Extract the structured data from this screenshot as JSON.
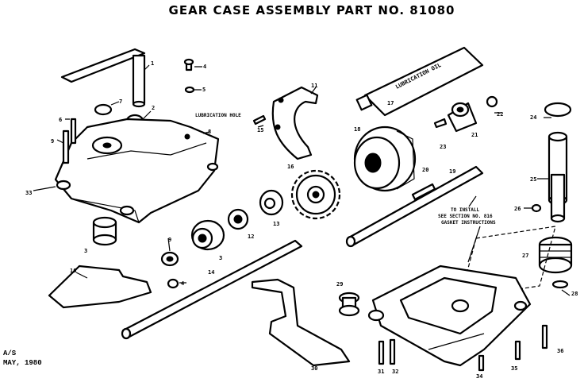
{
  "title": "GEAR CASE ASSEMBLY PART NO. 81080",
  "footer": {
    "line1": "A/S",
    "line2": "MAY, 1980"
  },
  "tube_label": "LUBRICATION OIL",
  "callouts": {
    "lubrication_hole": "LUBRICATION HOLE",
    "to_install": [
      "TO INSTALL",
      "SEE SECTION NO. 816",
      "GASKET INSTRUCTIONS"
    ]
  },
  "part_numbers": {
    "n1": "1",
    "n2": "2",
    "n3": "3",
    "n4": "4",
    "n5": "5",
    "n6": "6",
    "n7": "7",
    "n8": "8",
    "n9": "9",
    "n10": "10",
    "n11": "11",
    "n12": "12",
    "n13": "13",
    "n14": "14",
    "n15": "15",
    "n16": "16",
    "n17": "17",
    "n18": "18",
    "n19": "19",
    "n20": "20",
    "n21": "21",
    "n22": "22",
    "n23": "23",
    "n24": "24",
    "n25": "25",
    "n26": "26",
    "n27": "27",
    "n28": "28",
    "n29": "29",
    "n30": "30",
    "n31": "31",
    "n32": "32",
    "n33": "33",
    "n34": "34",
    "n35": "35",
    "n36": "36"
  }
}
